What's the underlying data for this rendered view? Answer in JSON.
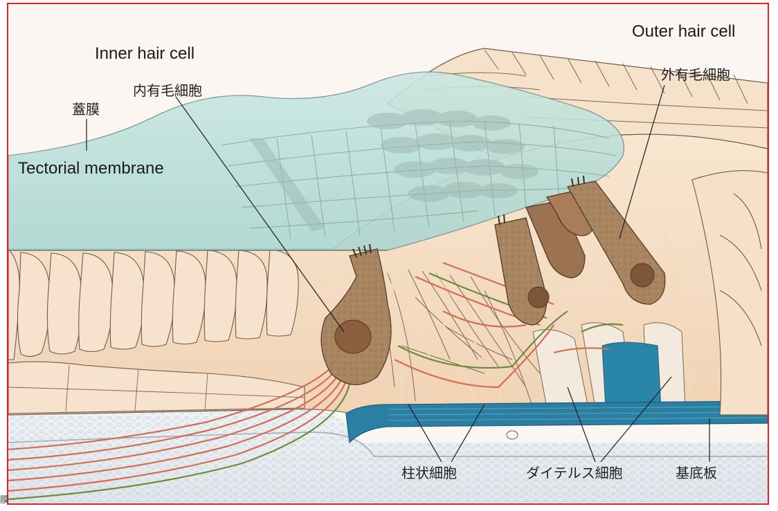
{
  "labels_en": {
    "inner_hair_cell": "Inner hair cell",
    "outer_hair_cell": "Outer hair cell",
    "tectorial_membrane": "Tectorial membrane"
  },
  "labels_jp": {
    "tectorial_membrane": "蓋膜",
    "inner_hair_cell": "内有毛細胞",
    "outer_hair_cell": "外有毛細胞",
    "pillar_cells": "柱状細胞",
    "deiters_cells": "ダイテルス細胞",
    "basilar_membrane": "基底板"
  },
  "edge_text": "膜",
  "colors": {
    "frame": "#e0212a",
    "tectorial": "#bfe2dc",
    "cell_tissue": "#f5dcc2",
    "hair_cell": "#a98461",
    "basilar": "#2a7fa3",
    "nerve_red": "#d76a52",
    "nerve_green": "#6d8a3a"
  }
}
